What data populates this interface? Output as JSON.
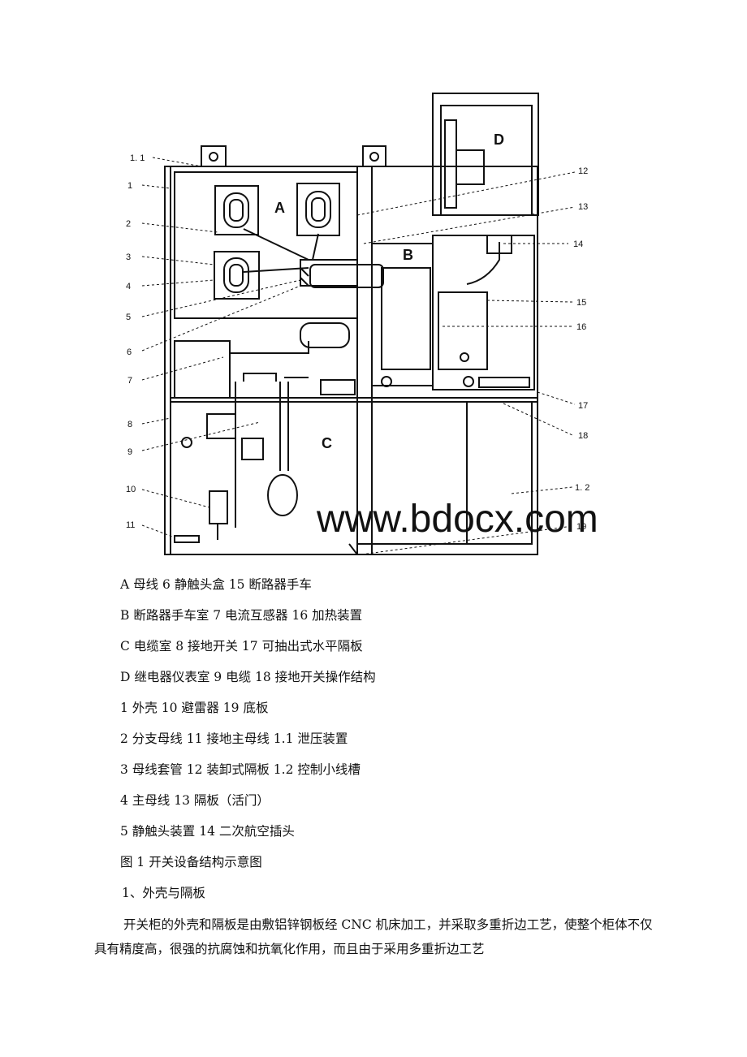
{
  "diagram": {
    "labels": {
      "A": "A",
      "B": "B",
      "C": "C",
      "D": "D",
      "n1_1": "1. 1",
      "n1": "1",
      "n2": "2",
      "n3": "3",
      "n4": "4",
      "n5": "5",
      "n6": "6",
      "n7": "7",
      "n8": "8",
      "n9": "9",
      "n10": "10",
      "n11": "11",
      "n12": "12",
      "n13": "13",
      "n14": "14",
      "n15": "15",
      "n16": "16",
      "n17": "17",
      "n18": "18",
      "n19": "19",
      "n1_2": "1. 2"
    },
    "watermark": "www.bdocx.com"
  },
  "legend": [
    "A 母线 6 静触头盒 15 断路器手车",
    "B 断路器手车室 7 电流互感器 16 加热装置",
    "C 电缆室 8 接地开关 17 可抽出式水平隔板",
    "D 继电器仪表室 9 电缆 18 接地开关操作结构",
    "1 外壳 10 避雷器 19 底板",
    "2 分支母线 11 接地主母线 1.1 泄压装置",
    "3 母线套管 12 装卸式隔板 1.2 控制小线槽",
    "4 主母线 13 隔板（活门）",
    "5 静触头装置 14 二次航空插头"
  ],
  "caption": "图 1 开关设备结构示意图",
  "section_heading": "1、外壳与隔板",
  "body_text": "开关柜的外壳和隔板是由敷铝锌钢板经 CNC 机床加工，并采取多重折边工艺，使整个柜体不仅具有精度高，很强的抗腐蚀和抗氧化作用，而且由于采用多重折边工艺"
}
